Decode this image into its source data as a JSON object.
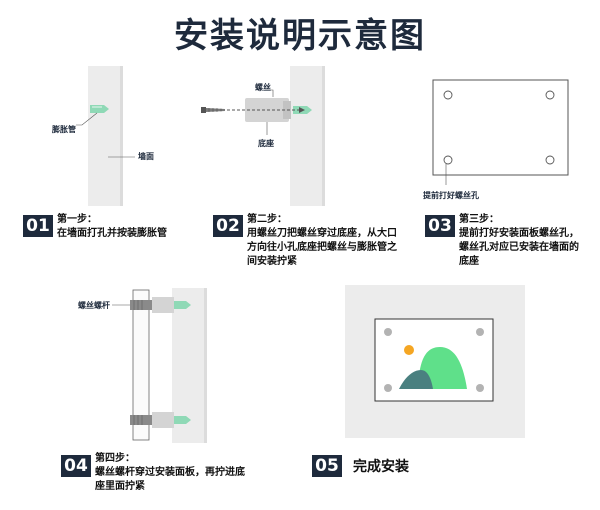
{
  "title": "安装说明示意图",
  "steps": [
    {
      "num": "01",
      "heading": "第一步：",
      "lines": [
        "在墙面打孔并按装膨胀管"
      ]
    },
    {
      "num": "02",
      "heading": "第二步：",
      "lines": [
        "用螺丝刀把螺丝穿过底座，从大口",
        "方向往小孔底座把螺丝与膨胀管之",
        "间安装拧紧"
      ]
    },
    {
      "num": "03",
      "heading": "第三步：",
      "lines": [
        "提前打好安装面板螺丝孔，",
        "螺丝孔对应已安装在墙面的",
        "底座"
      ]
    },
    {
      "num": "04",
      "heading": "第四步：",
      "lines": [
        "螺丝螺杆穿过安装面板，再拧进底",
        "座里面拧紧"
      ]
    },
    {
      "num": "05",
      "heading": "完成安装",
      "lines": []
    }
  ],
  "labels": {
    "expansion_tube": "膨胀管",
    "wall": "墙面",
    "screw": "螺丝",
    "base": "底座",
    "predrilled_hole": "提前打好螺丝孔",
    "screw_rod": "螺丝螺杆"
  },
  "colors": {
    "navy": "#1e2a3c",
    "wall": "#ececec",
    "tube": "#8fd9b6",
    "base": "#d4d4d4",
    "sun": "#f5a623",
    "hill_dark": "#4a8080",
    "hill_light": "#5fe08a"
  }
}
